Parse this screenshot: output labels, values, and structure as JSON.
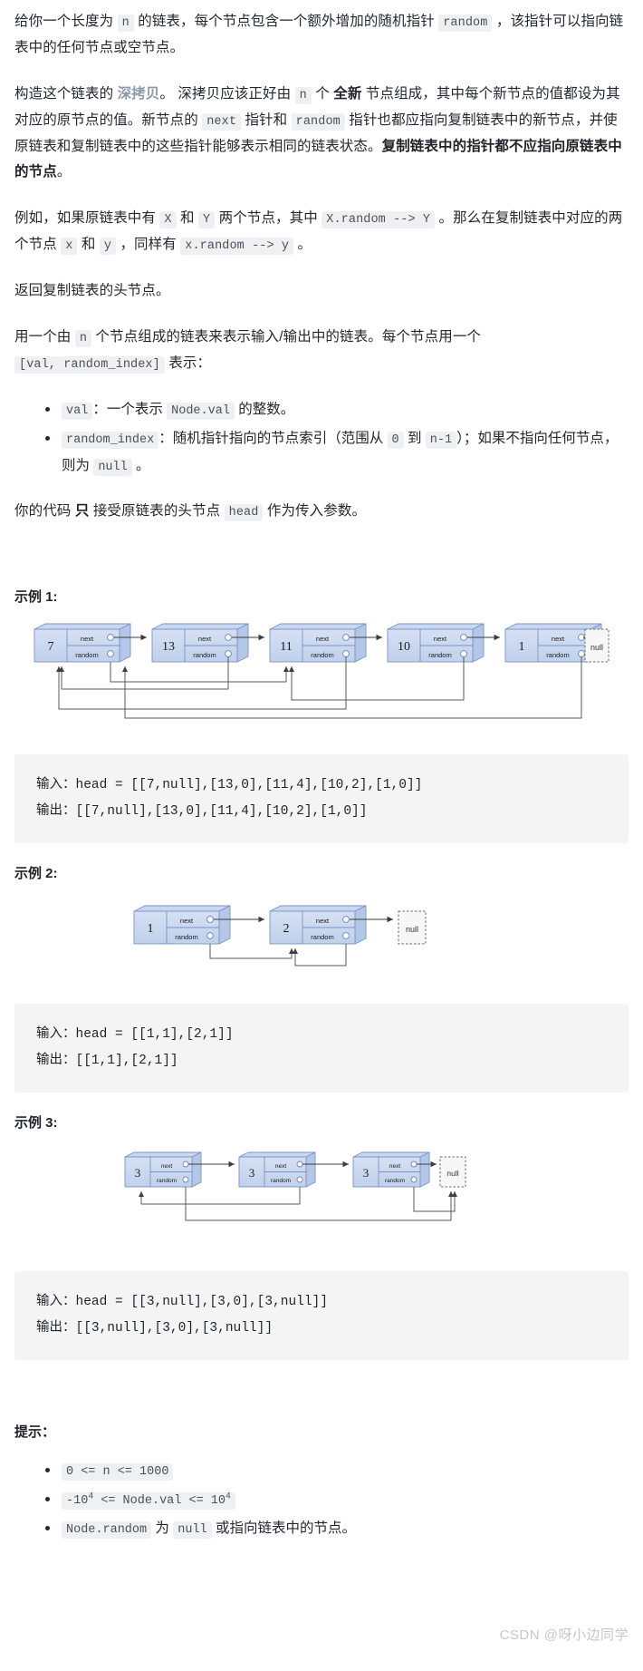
{
  "intro": {
    "p1_a": "给你一个长度为 ",
    "p1_code1": "n",
    "p1_b": " 的链表，每个节点包含一个额外增加的随机指针 ",
    "p1_code2": "random",
    "p1_c": " ，该指针可以指向链表中的任何节点或空节点。",
    "p2_a": "构造这个链表的 ",
    "p2_link": "深拷贝",
    "p2_b": "。 深拷贝应该正好由 ",
    "p2_code1": "n",
    "p2_c": " 个 ",
    "p2_bold1": "全新",
    "p2_d": " 节点组成，其中每个新节点的值都设为其对应的原节点的值。新节点的 ",
    "p2_code2": "next",
    "p2_e": " 指针和 ",
    "p2_code3": "random",
    "p2_f": " 指针也都应指向复制链表中的新节点，并使原链表和复制链表中的这些指针能够表示相同的链表状态。",
    "p2_bold2": "复制链表中的指针都不应指向原链表中的节点",
    "p2_g": "。",
    "p3_a": "例如，如果原链表中有 ",
    "p3_code1": "X",
    "p3_b": " 和 ",
    "p3_code2": "Y",
    "p3_c": " 两个节点，其中 ",
    "p3_code3": "X.random --> Y",
    "p3_d": " 。那么在复制链表中对应的两个节点 ",
    "p3_code4": "x",
    "p3_e": " 和 ",
    "p3_code5": "y",
    "p3_f": " ，同样有 ",
    "p3_code6": "x.random --> y",
    "p3_g": " 。",
    "p4": "返回复制链表的头节点。",
    "p5_a": "用一个由 ",
    "p5_code1": "n",
    "p5_b": " 个节点组成的链表来表示输入/输出中的链表。每个节点用一个 ",
    "p5_code2": "[val, random_index]",
    "p5_c": " 表示：",
    "li1_code1": "val",
    "li1_a": "：一个表示 ",
    "li1_code2": "Node.val",
    "li1_b": " 的整数。",
    "li2_code1": "random_index",
    "li2_a": "：随机指针指向的节点索引（范围从 ",
    "li2_code2": "0",
    "li2_b": " 到 ",
    "li2_code3": "n-1",
    "li2_c": "）；如果不指向任何节点，则为 ",
    "li2_code4": "null",
    "li2_d": " 。",
    "p6_a": "你的代码 ",
    "p6_bold": "只",
    "p6_b": " 接受原链表的头节点 ",
    "p6_code": "head",
    "p6_c": " 作为传入参数。"
  },
  "examples": [
    {
      "title": "示例 1:",
      "input_label": "输入：",
      "input_value": "head = [[7,null],[13,0],[11,4],[10,2],[1,0]]",
      "output_label": "输出：",
      "output_value": "[[7,null],[13,0],[11,4],[10,2],[1,0]]",
      "diagram": {
        "node_labels": [
          "next",
          "random"
        ],
        "null_label": "null",
        "values": [
          "7",
          "13",
          "11",
          "10",
          "1"
        ],
        "random_targets": [
          null,
          0,
          4,
          2,
          0
        ]
      }
    },
    {
      "title": "示例 2:",
      "input_label": "输入：",
      "input_value": "head = [[1,1],[2,1]]",
      "output_label": "输出：",
      "output_value": "[[1,1],[2,1]]",
      "diagram": {
        "node_labels": [
          "next",
          "random"
        ],
        "null_label": "null",
        "values": [
          "1",
          "2"
        ],
        "random_targets": [
          1,
          1
        ]
      }
    },
    {
      "title": "示例 3:",
      "input_label": "输入：",
      "input_value": "head = [[3,null],[3,0],[3,null]]",
      "output_label": "输出：",
      "output_value": "[[3,null],[3,0],[3,null]]",
      "diagram": {
        "node_labels": [
          "next",
          "random"
        ],
        "null_label": "null",
        "values": [
          "3",
          "3",
          "3"
        ],
        "random_targets": [
          null,
          0,
          null
        ]
      }
    }
  ],
  "hints": {
    "title": "提示：",
    "item1": "0 <= n <= 1000",
    "item2_pre": "-10",
    "item2_sup1": "4",
    "item2_mid": " <= Node.val <= 10",
    "item2_sup2": "4",
    "item3_code1": "Node.random",
    "item3_a": " 为 ",
    "item3_code2": "null",
    "item3_b": " 或指向链表中的节点。"
  },
  "watermark": "CSDN @呀小边同学",
  "colors": {
    "node_fill": "#c5d4ef",
    "node_body_fill": "#dce5f5",
    "node_stroke": "#7b93c4",
    "arrow": "#4a4a4a",
    "code_bg": "#f4f4f5",
    "inline_code_bg": "#eff0f1"
  }
}
